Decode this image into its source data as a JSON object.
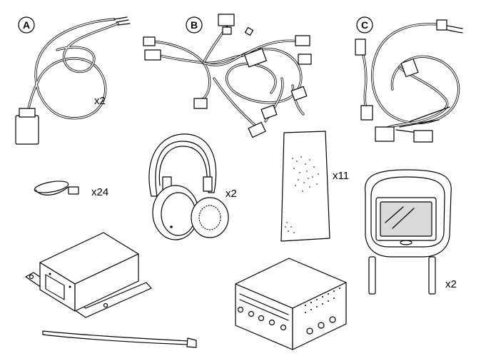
{
  "callouts": {
    "a": "A",
    "b": "B",
    "c": "C"
  },
  "quantities": {
    "harness_a": "x2",
    "cable_ties": "x24",
    "headphones": "x2",
    "foam_pads": "x11",
    "headrest_monitors": "x2"
  },
  "colors": {
    "line": "#000000",
    "background": "#ffffff",
    "screen": "#d9d9d9"
  }
}
